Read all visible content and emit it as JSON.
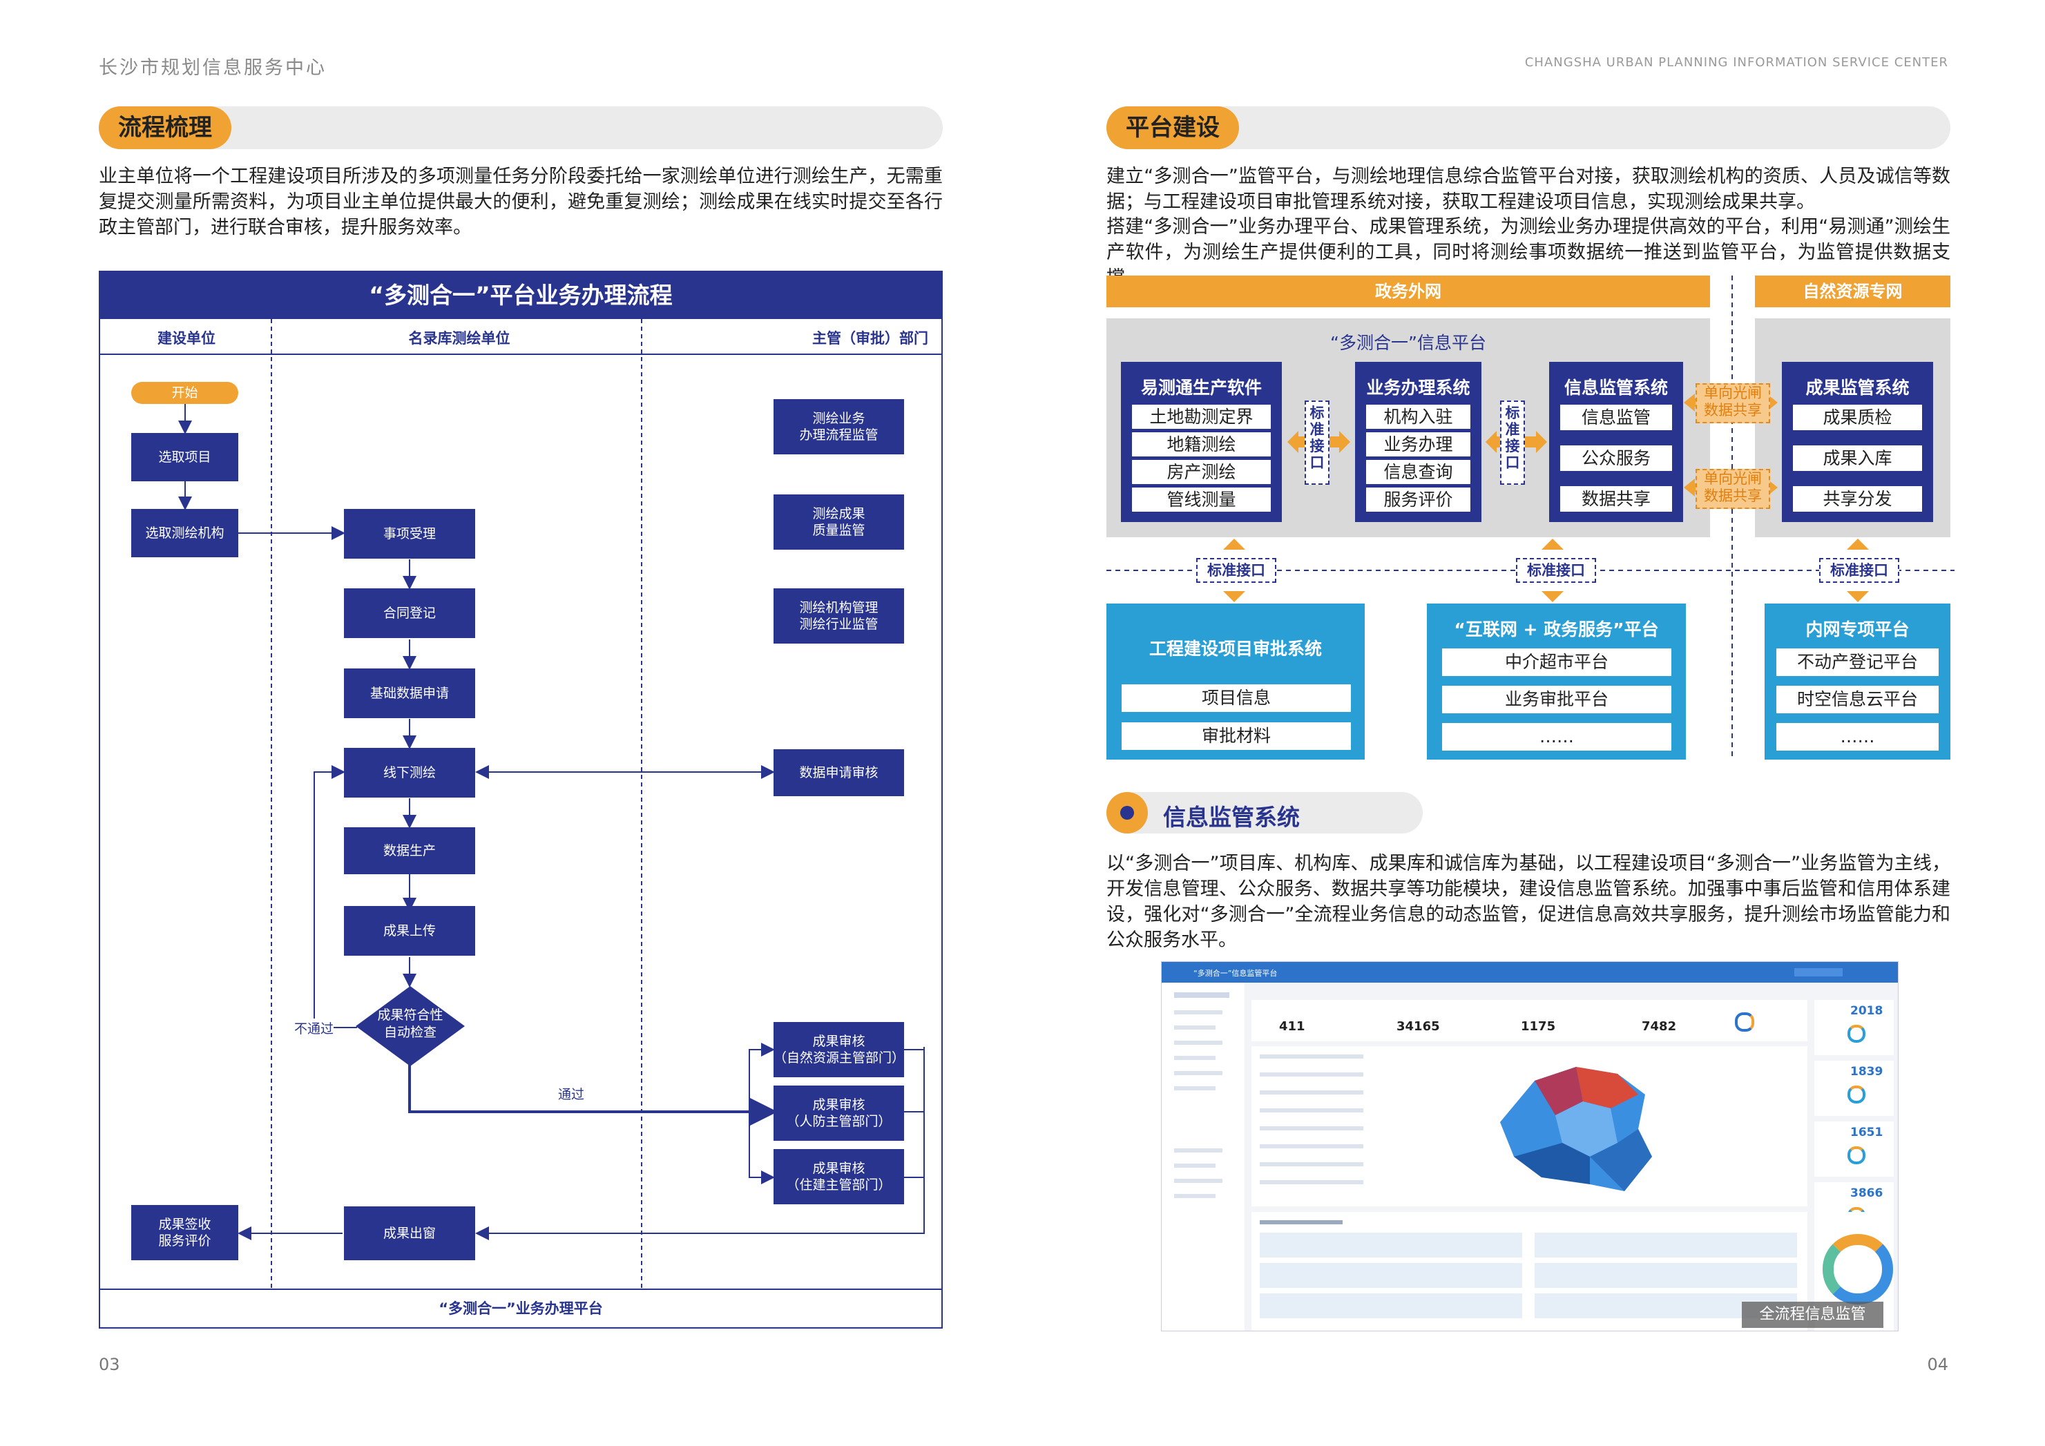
{
  "header": {
    "left_title": "长沙市规划信息服务中心",
    "right_title": "CHANGSHA URBAN PLANNING INFORMATION SERVICE CENTER"
  },
  "left": {
    "section_title": "流程梳理",
    "paragraph": "业主单位将一个工程建设项目所涉及的多项测量任务分阶段委托给一家测绘单位进行测绘生产，无需重复提交测量所需资料，为项目业主单位提供最大的便利，避免重复测绘；测绘成果在线实时提交至各行政主管部门，进行联合审核，提升服务效率。",
    "flowchart": {
      "title": "“多测合一”平台业务办理流程",
      "columns": [
        "建设单位",
        "名录库测绘单位",
        "主管（审批）部门"
      ],
      "footer": "“多测合一”业务办理平台",
      "start": "开始",
      "col1_boxes": [
        "选取项目",
        "选取测绘机构",
        "成果签收\n服务评价"
      ],
      "col2_boxes": [
        "事项受理",
        "合同登记",
        "基础数据申请",
        "线下测绘",
        "数据生产",
        "成果上传",
        "成果出窗"
      ],
      "decision": "成果符合性\n自动检查",
      "fail_label": "不通过",
      "pass_label": "通过",
      "col3_boxes": [
        "测绘业务\n办理流程监管",
        "测绘成果\n质量监管",
        "测绘机构管理\n测绘行业监管",
        "数据申请审核",
        "成果审核\n（自然资源主管部门）",
        "成果审核\n（人防主管部门）",
        "成果审核\n（住建主管部门）"
      ]
    },
    "page_number": "03"
  },
  "right": {
    "section_title": "平台建设",
    "paragraph1": "建立“多测合一”监管平台，与测绘地理信息综合监管平台对接，获取测绘机构的资质、人员及诚信等数据；与工程建设项目审批管理系统对接，获取工程建设项目信息，实现测绘成果共享。",
    "paragraph2": "搭建“多测合一”业务办理平台、成果管理系统，为测绘业务办理提供高效的平台，利用“易测通”测绘生产软件，为测绘生产提供便利的工具，同时将测绘事项数据统一推送到监管平台，为监管提供数据支撑。",
    "arch": {
      "zone_left": "政务外网",
      "zone_right": "自然资源专网",
      "platform_label": "“多测合一”信息平台",
      "systems": [
        {
          "title": "易测通生产软件",
          "items": [
            "土地勘测定界",
            "地籍测绘",
            "房产测绘",
            "管线测量"
          ]
        },
        {
          "title": "业务办理系统",
          "items": [
            "机构入驻",
            "业务办理",
            "信息查询",
            "服务评价"
          ]
        },
        {
          "title": "信息监管系统",
          "items": [
            "信息监管",
            "公众服务",
            "数据共享"
          ]
        },
        {
          "title": "成果监管系统",
          "items": [
            "成果质检",
            "成果入库",
            "共享分发"
          ]
        }
      ],
      "std_interface": "标准接口",
      "unidirectional": "单向光闸\n数据共享",
      "bottom": [
        {
          "title": "工程建设项目审批系统",
          "items": [
            "项目信息",
            "审批材料"
          ]
        },
        {
          "title": "“互联网 + 政务服务”平台",
          "items": [
            "中介超市平台",
            "业务审批平台",
            "……"
          ]
        },
        {
          "title": "内网专项平台",
          "items": [
            "不动产登记平台",
            "时空信息云平台",
            "……"
          ]
        }
      ]
    },
    "subsection_title": "信息监管系统",
    "paragraph3": "以“多测合一”项目库、机构库、成果库和诚信库为基础，以工程建设项目“多测合一”业务监管为主线，开发信息管理、公众服务、数据共享等功能模块，建设信息监管系统。加强事中事后监管和信用体系建设，强化对“多测合一”全流程业务信息的动态监管，促进信息高效共享服务，提升测绘市场监管能力和公众服务水平。",
    "screenshot": {
      "app_title": "“多测合一”信息监管平台",
      "stats": [
        "411",
        "34165",
        "1175",
        "7482"
      ],
      "years": [
        "2018",
        "1839",
        "1651",
        "3866"
      ],
      "caption": "全流程信息监管"
    },
    "page_number": "04"
  },
  "colors": {
    "navy": "#29348f",
    "orange": "#f0a232",
    "cyan": "#2a9fd6",
    "gray_panel": "#d9d9d9"
  }
}
